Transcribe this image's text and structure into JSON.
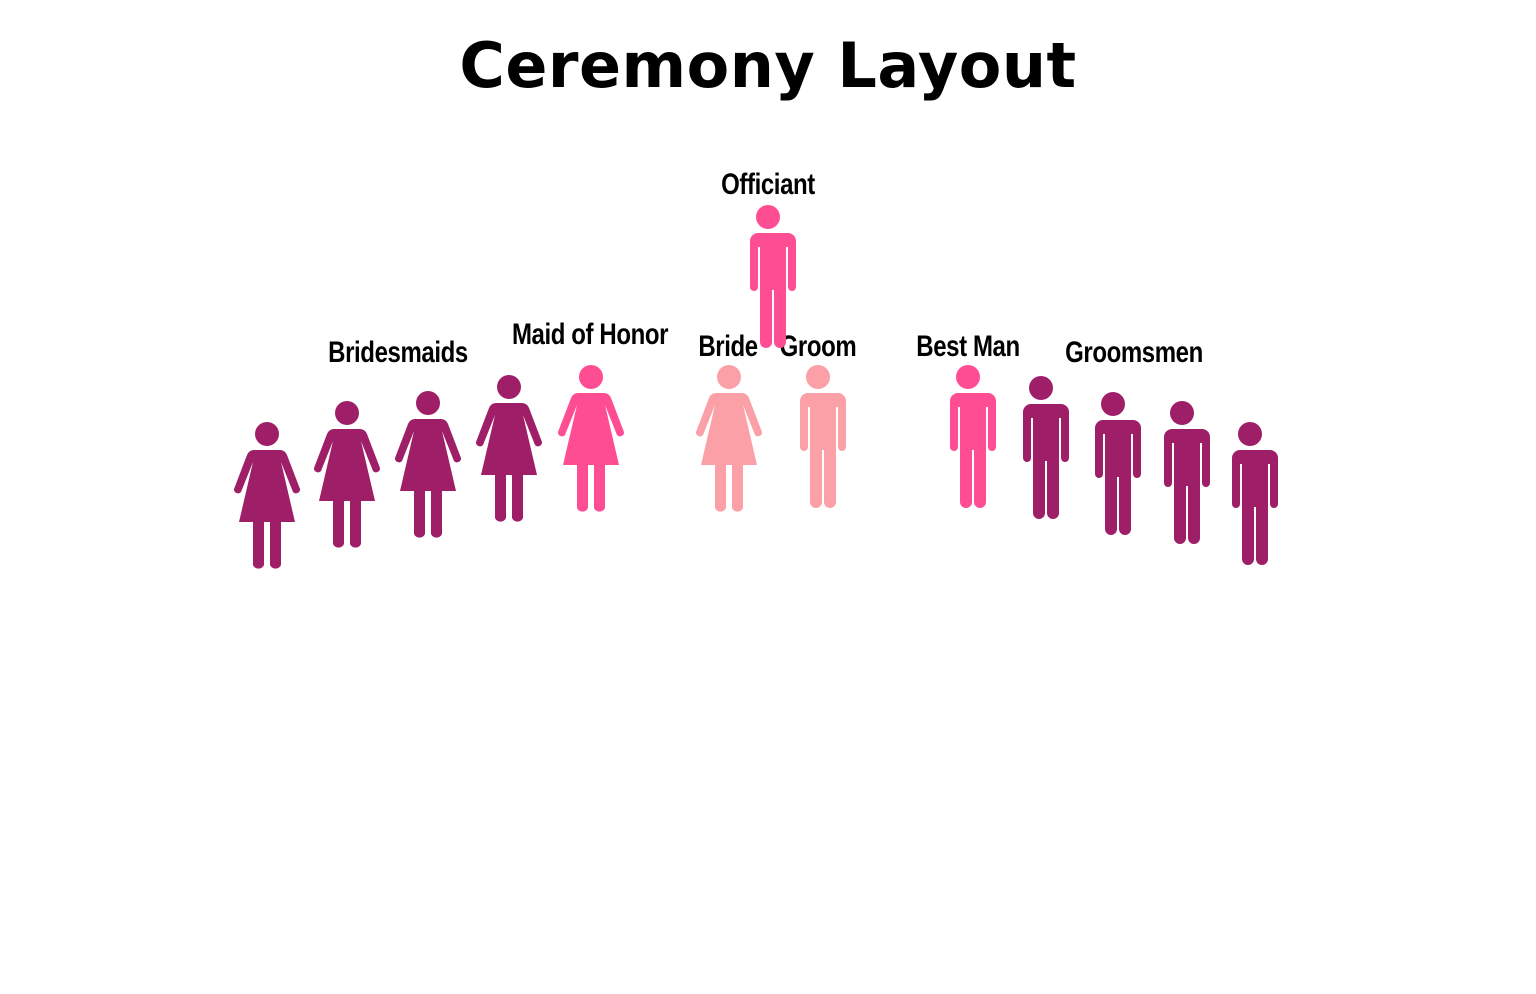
{
  "title": "Ceremony Layout",
  "colors": {
    "deep_magenta": "#9e1f68",
    "hot_pink": "#ff4d94",
    "light_pink": "#fba0a7",
    "text": "#000000"
  },
  "labels": {
    "officiant": "Officiant",
    "bridesmaids": "Bridesmaids",
    "maid_of_honor": "Maid of Honor",
    "bride": "Bride",
    "groom": "Groom",
    "best_man": "Best Man",
    "groomsmen": "Groomsmen"
  },
  "figures": {
    "officiant": {
      "type": "man-icon",
      "color": "#ff4d94"
    },
    "bridesmaids": [
      {
        "type": "woman-icon",
        "color": "#9e1f68"
      },
      {
        "type": "woman-icon",
        "color": "#9e1f68"
      },
      {
        "type": "woman-icon",
        "color": "#9e1f68"
      },
      {
        "type": "woman-icon",
        "color": "#9e1f68"
      }
    ],
    "maid_of_honor": {
      "type": "woman-icon",
      "color": "#ff4d94"
    },
    "bride": {
      "type": "woman-icon",
      "color": "#fba0a7"
    },
    "groom": {
      "type": "man-icon",
      "color": "#fba0a7"
    },
    "best_man": {
      "type": "man-icon",
      "color": "#ff4d94"
    },
    "groomsmen": [
      {
        "type": "man-icon",
        "color": "#9e1f68"
      },
      {
        "type": "man-icon",
        "color": "#9e1f68"
      },
      {
        "type": "man-icon",
        "color": "#9e1f68"
      },
      {
        "type": "man-icon",
        "color": "#9e1f68"
      }
    ]
  }
}
